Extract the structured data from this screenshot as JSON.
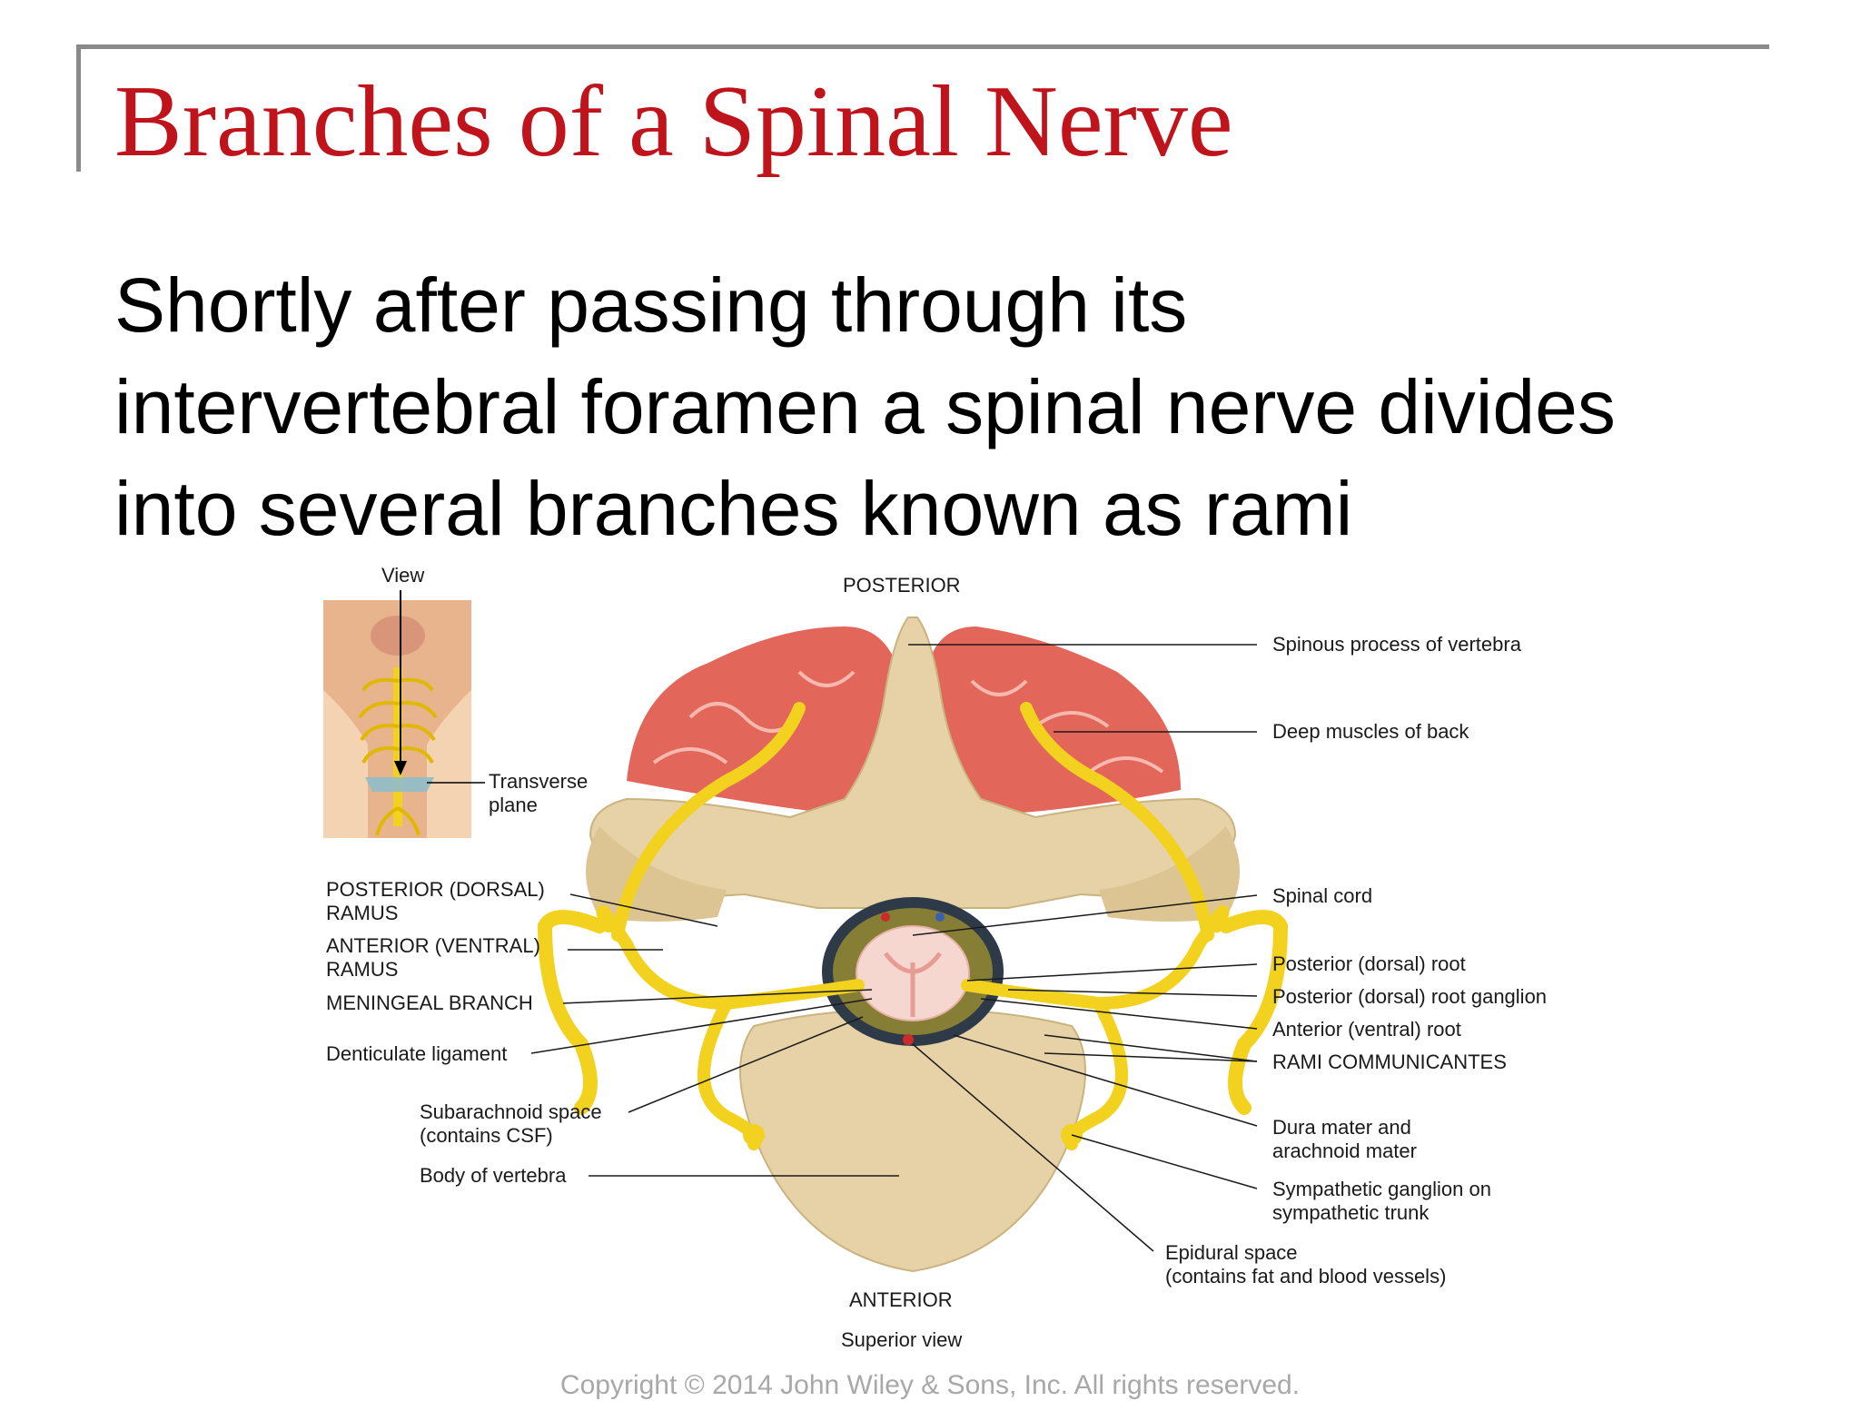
{
  "slide": {
    "title": "Branches of a Spinal Nerve",
    "body_lines": [
      "Shortly after passing through its",
      "intervertebral foramen a spinal nerve divides",
      "into several branches known as rami"
    ],
    "copyright": "Copyright © 2014 John Wiley & Sons, Inc. All rights reserved."
  },
  "figure": {
    "orientation_top": "POSTERIOR",
    "orientation_bottom": "ANTERIOR",
    "view_caption": "Superior view",
    "inset": {
      "view_label": "View",
      "plane_label_1": "Transverse",
      "plane_label_2": "plane"
    },
    "labels_left": {
      "posterior_ramus_1": "POSTERIOR (DORSAL)",
      "posterior_ramus_2": "RAMUS",
      "anterior_ramus_1": "ANTERIOR (VENTRAL)",
      "anterior_ramus_2": "RAMUS",
      "meningeal_branch": "MENINGEAL BRANCH",
      "denticulate_ligament": "Denticulate ligament",
      "subarachnoid_1": "Subarachnoid space",
      "subarachnoid_2": "(contains CSF)",
      "body_of_vertebra": "Body of vertebra"
    },
    "labels_right": {
      "spinous_process": "Spinous process of vertebra",
      "deep_muscles": "Deep muscles of back",
      "spinal_cord": "Spinal cord",
      "posterior_root": "Posterior (dorsal) root",
      "posterior_root_ganglion": "Posterior (dorsal) root ganglion",
      "anterior_root": "Anterior (ventral) root",
      "rami_communicantes": "RAMI COMMUNICANTES",
      "dura_1": "Dura mater and",
      "dura_2": "arachnoid mater",
      "sympathetic_1": "Sympathetic ganglion on",
      "sympathetic_2": "sympathetic trunk",
      "epidural_1": "Epidural space",
      "epidural_2": "(contains fat and blood vessels)"
    }
  },
  "colors": {
    "title": "#c0141c",
    "bone": "#e6d2a6",
    "muscle": "#e2665a",
    "nerve": "#f2d21e",
    "frame": "#8a8a8a"
  }
}
